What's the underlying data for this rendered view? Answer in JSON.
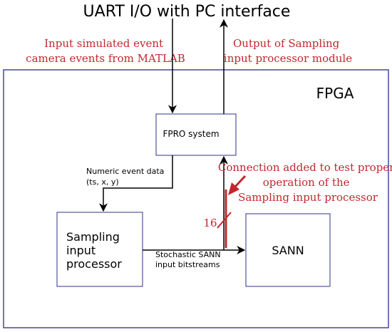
{
  "title": "UART I/O with PC interface",
  "fpga_label": "FPGA",
  "input_note": [
    "Input simulated event",
    "camera events from MATLAB"
  ],
  "output_note": [
    "Output of Sampling",
    "input processor module"
  ],
  "fpro_label": "FPRO system",
  "numeric_label": [
    "Numeric event data",
    "(ts, x, y)"
  ],
  "sampling_label": [
    "Sampling",
    "input",
    "processor"
  ],
  "stochastic_label": [
    "Stochastic SANN",
    "input bitstreams"
  ],
  "sann_label": "SANN",
  "connection_note": [
    "Connection added to test proper",
    "operation of the",
    "Sampling input processor"
  ],
  "bus_width": "16",
  "colors": {
    "note_red": "#c0282d",
    "fpga_border": "#2b2b8a",
    "box_border": "#303080",
    "line": "#000000"
  }
}
